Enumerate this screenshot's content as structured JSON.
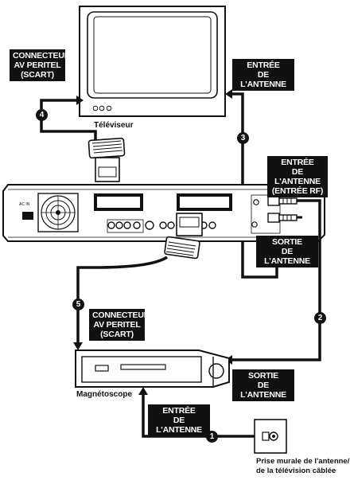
{
  "labels": {
    "scart_top": [
      "CONNECTEUR",
      "AV PERITEL",
      "(SCART)"
    ],
    "antenna_in_top": [
      "ENTRÉE",
      "DE L'ANTENNE"
    ],
    "antenna_in_rf": [
      "ENTRÉE",
      "DE L'ANTENNE",
      "(ENTRÉE RF)"
    ],
    "antenna_out_recorder": [
      "SORTIE",
      "DE L'ANTENNE"
    ],
    "scart_vcr": [
      "CONNECTEUR",
      "AV PERITEL",
      "(SCART)"
    ],
    "antenna_out_vcr": [
      "SORTIE",
      "DE L'ANTENNE"
    ],
    "antenna_in_vcr": [
      "ENTRÉE",
      "DE L'ANTENNE"
    ]
  },
  "captions": {
    "tv": "Téléviseur",
    "vcr": "Magnétoscope",
    "wall": [
      "Prise murale de l'antenne/",
      "de la télévision câblée"
    ],
    "ac_in": "AC IN"
  },
  "steps": [
    "1",
    "2",
    "3",
    "4",
    "5"
  ]
}
